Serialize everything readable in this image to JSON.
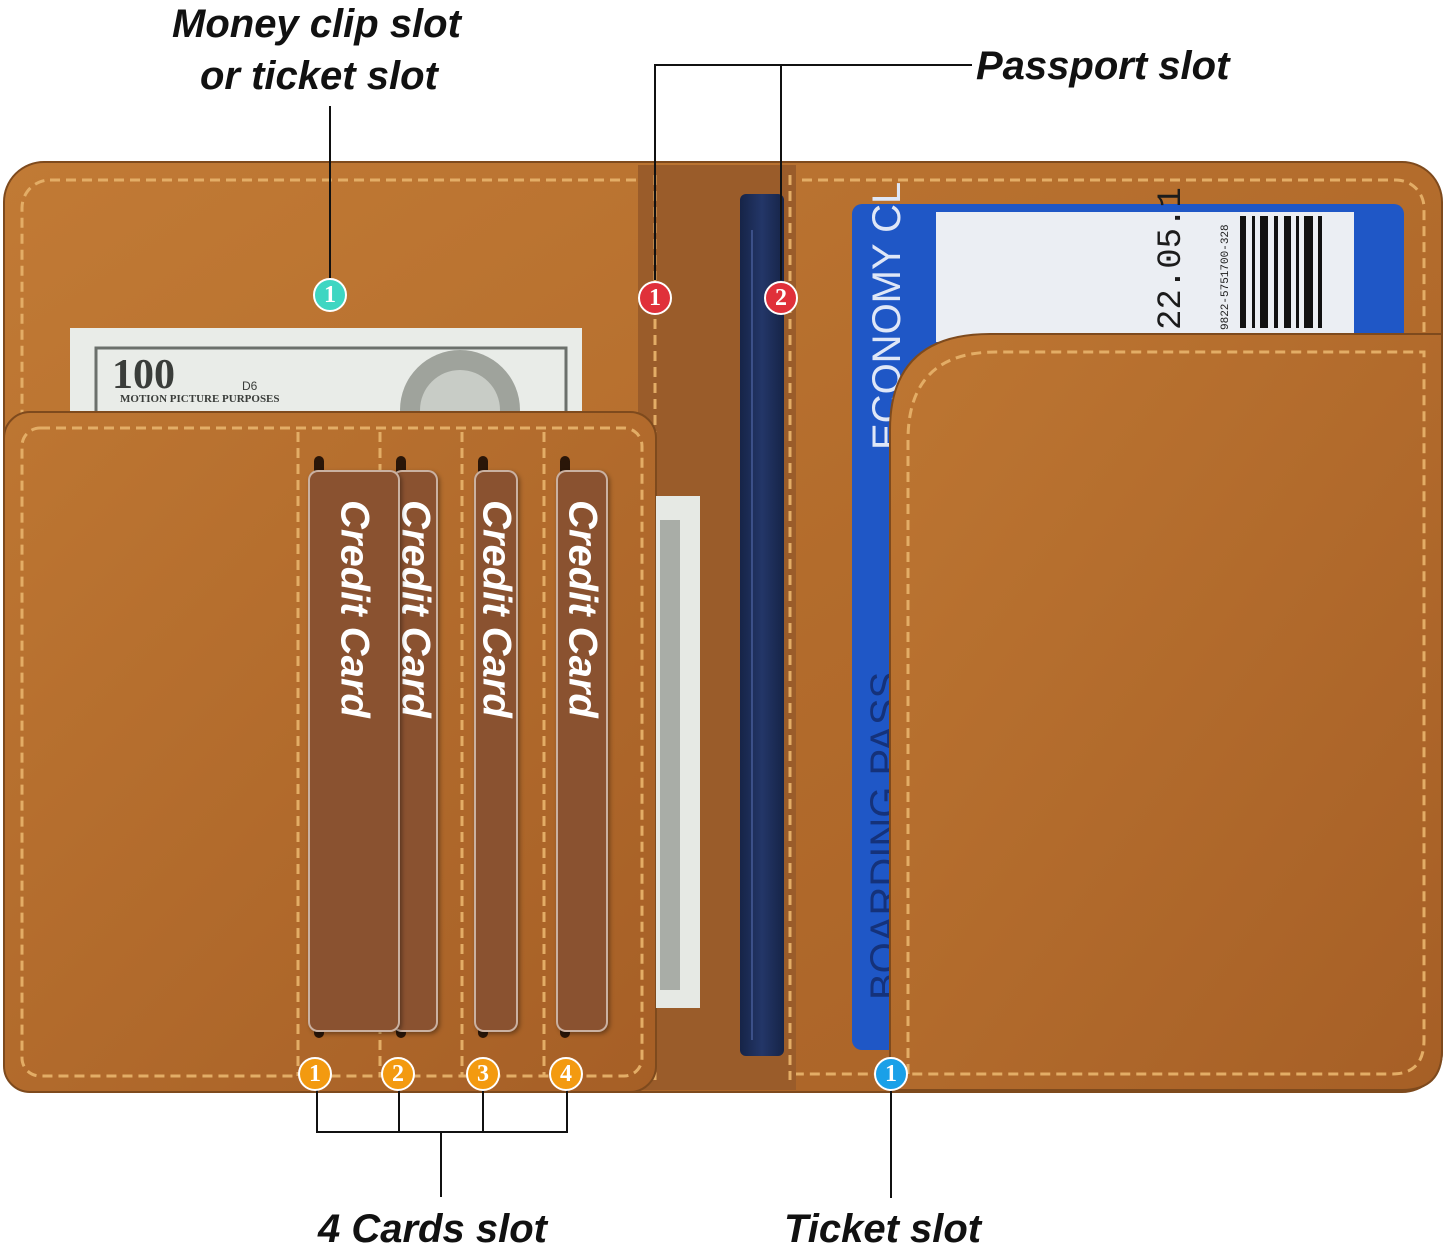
{
  "labels": {
    "money_clip_line1": "Money clip slot",
    "money_clip_line2": "or ticket slot",
    "passport": "Passport slot",
    "cards": "4 Cards slot",
    "ticket": "Ticket slot"
  },
  "badges": {
    "money_clip": "1",
    "passport_1": "1",
    "passport_2": "2",
    "card_1": "1",
    "card_2": "2",
    "card_3": "3",
    "card_4": "4",
    "ticket": "1"
  },
  "cards": [
    {
      "label": "Credit Card"
    },
    {
      "label": "Credit Card"
    },
    {
      "label": "Credit Card"
    },
    {
      "label": "Credit Card"
    }
  ],
  "banknote": {
    "denomination": "100",
    "caption": "MOTION PICTURE PURPOSES",
    "series": "D6"
  },
  "boarding_pass": {
    "text_class": "ECONOMY CL",
    "text_side": "BOARDING PASS",
    "date": "22.05.1",
    "barcode_digits": "9822-5751700-328"
  },
  "colors": {
    "leather": "#b8712f",
    "leather_dark": "#8e5524",
    "stitch": "#e6b26a",
    "passport": "#1f2f5c",
    "badge_teal": "#3ed6c2",
    "badge_red": "#e0303a",
    "badge_orange": "#f39a10",
    "badge_blue": "#1aa0e8",
    "boarding_blue": "#1f57c6"
  }
}
